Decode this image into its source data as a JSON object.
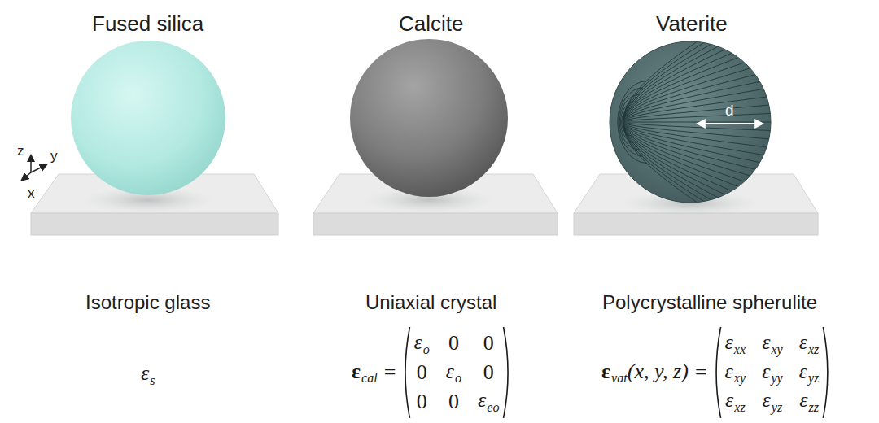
{
  "diagram": {
    "labels": [
      "Fused silica",
      "Calcite",
      "Vaterite",
      "Isotropic glass",
      "Uniaxial crystal",
      "Polycrystalline spherulite",
      "z",
      "y",
      "x",
      "d",
      "ε",
      "s",
      "ε",
      "cal",
      "=",
      "ε",
      "o",
      "0",
      "0",
      "0",
      "ε",
      "o",
      "0",
      "0",
      "0",
      "ε",
      "eo",
      "ε",
      "vat",
      "(x, y, z)",
      "=",
      "ε",
      "xx",
      "ε",
      "xy",
      "ε",
      "xz",
      "ε",
      "xy",
      "ε",
      "yy",
      "ε",
      "yz",
      "ε",
      "xz",
      "ε",
      "yz",
      "ε",
      "zz"
    ]
  }
}
